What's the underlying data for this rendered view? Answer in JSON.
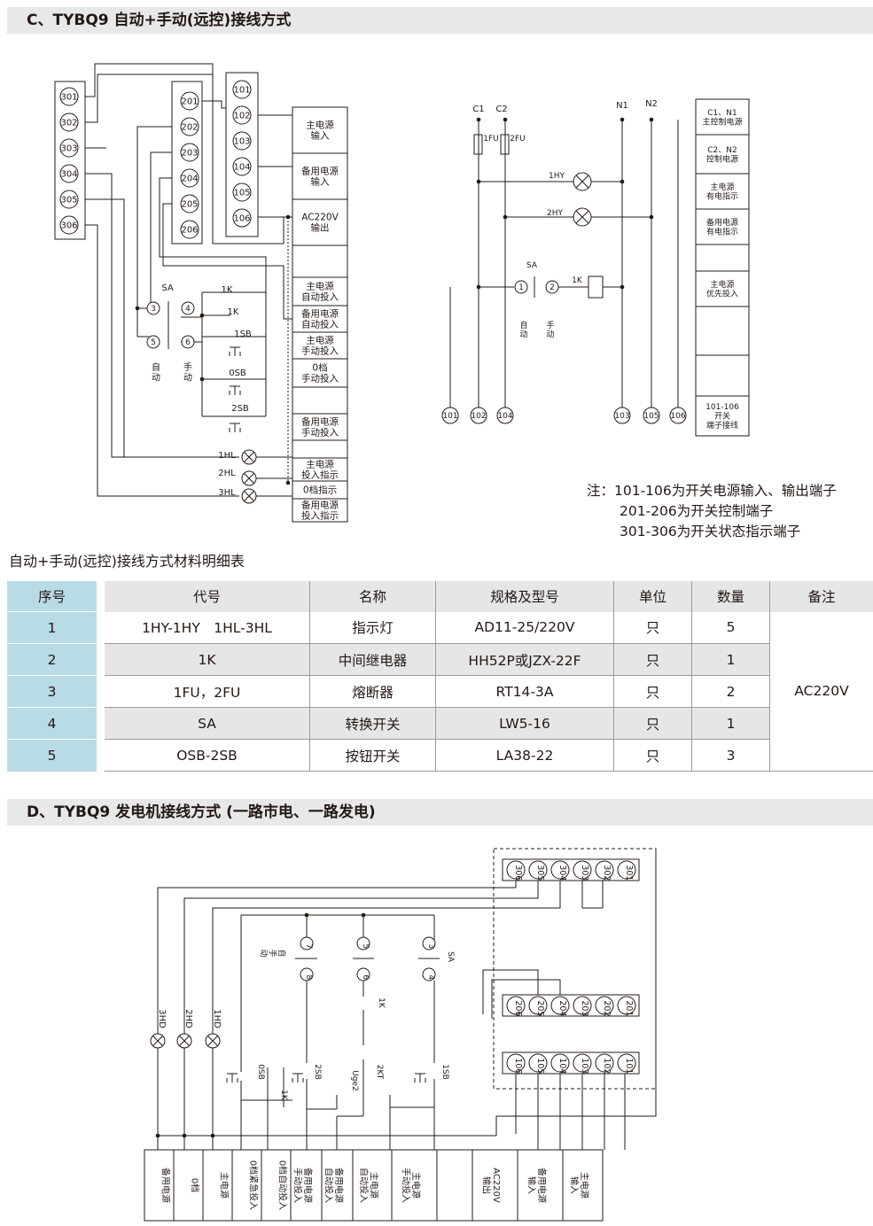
{
  "sectionC": {
    "title": "C、TYBQ9 自动+手动(远控)接线方式",
    "terminals_300": [
      "301",
      "302",
      "303",
      "304",
      "305",
      "306"
    ],
    "terminals_200": [
      "201",
      "202",
      "203",
      "204",
      "205",
      "206"
    ],
    "terminals_100": [
      "101",
      "102",
      "103",
      "104",
      "105",
      "106"
    ],
    "left_boxes": [
      "主电源\n输入",
      "备用电源\n输入",
      "AC220V\n输出",
      "",
      "主电源\n自动投入",
      "备用电源\n自动投入",
      "主电源\n手动投入",
      "0档\n手动投入",
      "",
      "备用电源\n手动投入",
      "",
      "主电源\n投入指示",
      "0档指示",
      "备用电源\n投入指示"
    ],
    "left_labels": {
      "sa": "SA",
      "k1a": "1K",
      "k1b": "1K",
      "sb1": "1SB",
      "osb": "0SB",
      "sb2": "2SB",
      "hl1": "1HL",
      "hl2": "2HL",
      "hl3": "3HL",
      "auto": "自\n动",
      "manual": "手\n动",
      "n3": "3",
      "n4": "4",
      "n5": "5",
      "n6": "6"
    },
    "right_labels": {
      "c1": "C1",
      "c2": "C2",
      "n1": "N1",
      "n2": "N2",
      "fu1": "1FU",
      "fu2": "2FU",
      "hy1": "1HY",
      "hy2": "2HY",
      "sa": "SA",
      "k1": "1K",
      "n1c": "1",
      "n2c": "2",
      "auto": "自\n动",
      "manual": "手\n动"
    },
    "right_bottom_terms": [
      "101",
      "102",
      "104",
      "103",
      "105",
      "106"
    ],
    "right_boxes": [
      "C1、N1\n主控制电源",
      "C2、N2\n控制电源",
      "主电源\n有电指示",
      "备用电源\n有电指示",
      "",
      "主电源\n优先投入",
      "",
      "",
      "101-106\n开关\n端子接线"
    ]
  },
  "notes": [
    "注：101-106为开关电源输入、输出端子",
    "201-206为开关控制端子",
    "301-306为开关状态指示端子"
  ],
  "materials": {
    "title": "自动+手动(远控)接线方式材料明细表",
    "headers": [
      "序号",
      "代号",
      "名称",
      "规格及型号",
      "单位",
      "数量",
      "备注"
    ],
    "rows": [
      [
        "1",
        "1HY-1HY　1HL-3HL",
        "指示灯",
        "AD11-25/220V",
        "只",
        "5"
      ],
      [
        "2",
        "1K",
        "中间继电器",
        "HH52P或JZX-22F",
        "只",
        "1"
      ],
      [
        "3",
        "1FU，2FU",
        "熔断器",
        "RT14-3A",
        "只",
        "2"
      ],
      [
        "4",
        "SA",
        "转换开关",
        "LW5-16",
        "只",
        "1"
      ],
      [
        "5",
        "OSB-2SB",
        "按钮开关",
        "LA38-22",
        "只",
        "3"
      ]
    ],
    "remark": "AC220V"
  },
  "sectionD": {
    "title": "D、TYBQ9 发电机接线方式 (一路市电、一路发电)",
    "terms_300": [
      "306",
      "305",
      "304",
      "303",
      "302",
      "301"
    ],
    "terms_200": [
      "206",
      "205",
      "204",
      "203",
      "202",
      "201"
    ],
    "terms_100": [
      "106",
      "105",
      "104",
      "103",
      "102",
      "101"
    ],
    "lamps": [
      "3HD",
      "2HD",
      "1HD"
    ],
    "circles": [
      "7",
      "5",
      "3",
      "8",
      "6",
      "4"
    ],
    "labels": {
      "sa": "SA",
      "self": "自\n手\n动",
      "k1": "1K",
      "k1b": "1K",
      "osb": "0SB",
      "sb2": "2SB",
      "kt2": "2KT",
      "uge2": "Uge2",
      "sb1": "1SB"
    },
    "bottom_boxes": [
      "备用电源",
      "0档",
      "主电源",
      "0档紧急投入",
      "0档自动投入",
      "备用电源\n手动投入",
      "备用电源\n自动投入",
      "主电源\n自动投入",
      "主电源\n手动投入",
      "",
      "AC220V\n输出",
      "备用电源\n输入",
      "主电源\n输入"
    ]
  }
}
